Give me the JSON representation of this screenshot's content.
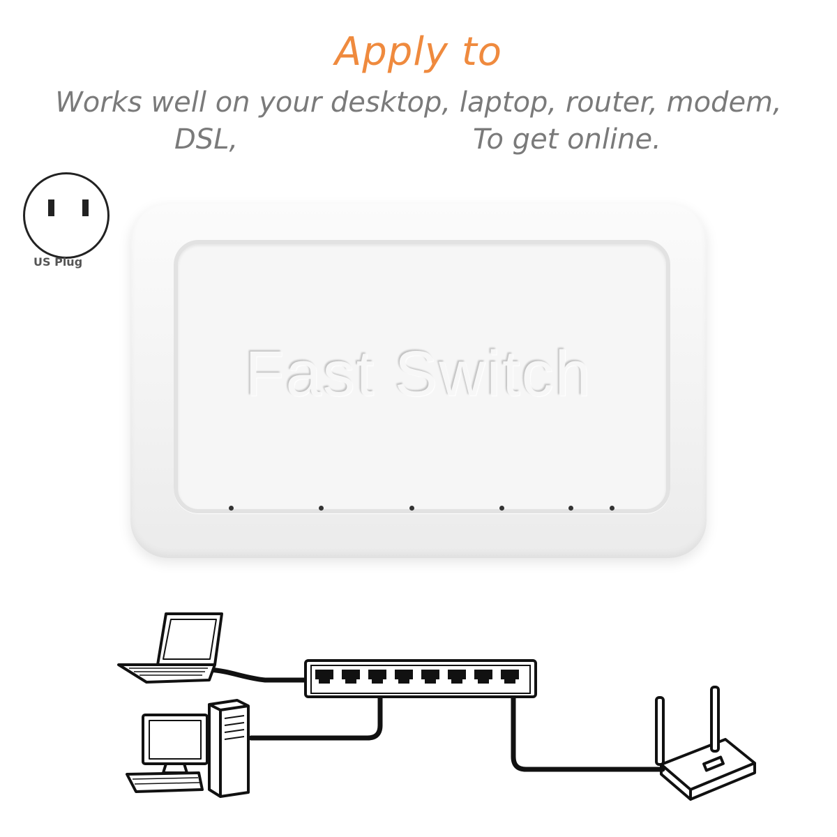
{
  "header": {
    "title": "Apply to",
    "line1": "Works well on your desktop, laptop, router, modem,",
    "line2_left": "DSL,",
    "line2_right": "To get online."
  },
  "plug": {
    "label": "US Plug",
    "icon": "us-plug-icon"
  },
  "device": {
    "label": "Fast Switch",
    "led_count": 6
  },
  "diagram": {
    "switch_ports": 8,
    "devices": [
      "laptop-icon",
      "desktop-computer-icon",
      "router-icon"
    ]
  },
  "colors": {
    "accent": "#ef8a3e",
    "text_gray": "#7a7a7a"
  }
}
